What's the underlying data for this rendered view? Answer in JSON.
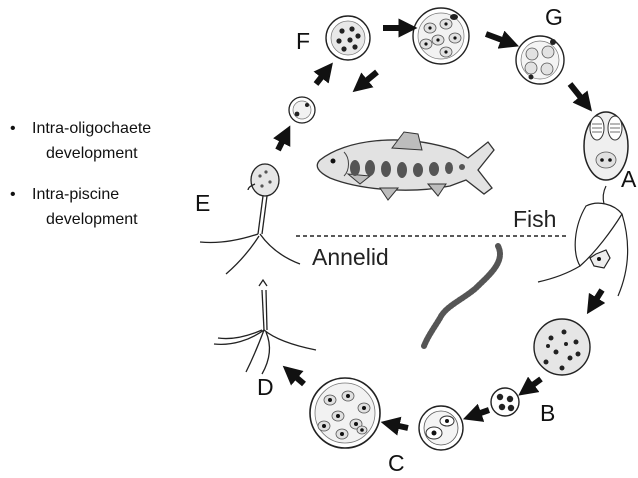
{
  "bullets": [
    {
      "line1": "Intra-oligochaete",
      "line2": "development"
    },
    {
      "line1": "Intra-piscine",
      "line2": "development"
    }
  ],
  "stage_labels": {
    "A": "A",
    "B": "B",
    "C": "C",
    "D": "D",
    "E": "E",
    "F": "F",
    "G": "G"
  },
  "regions": {
    "fish": "Fish",
    "annelid": "Annelid"
  },
  "bullet_glyph": "•"
}
